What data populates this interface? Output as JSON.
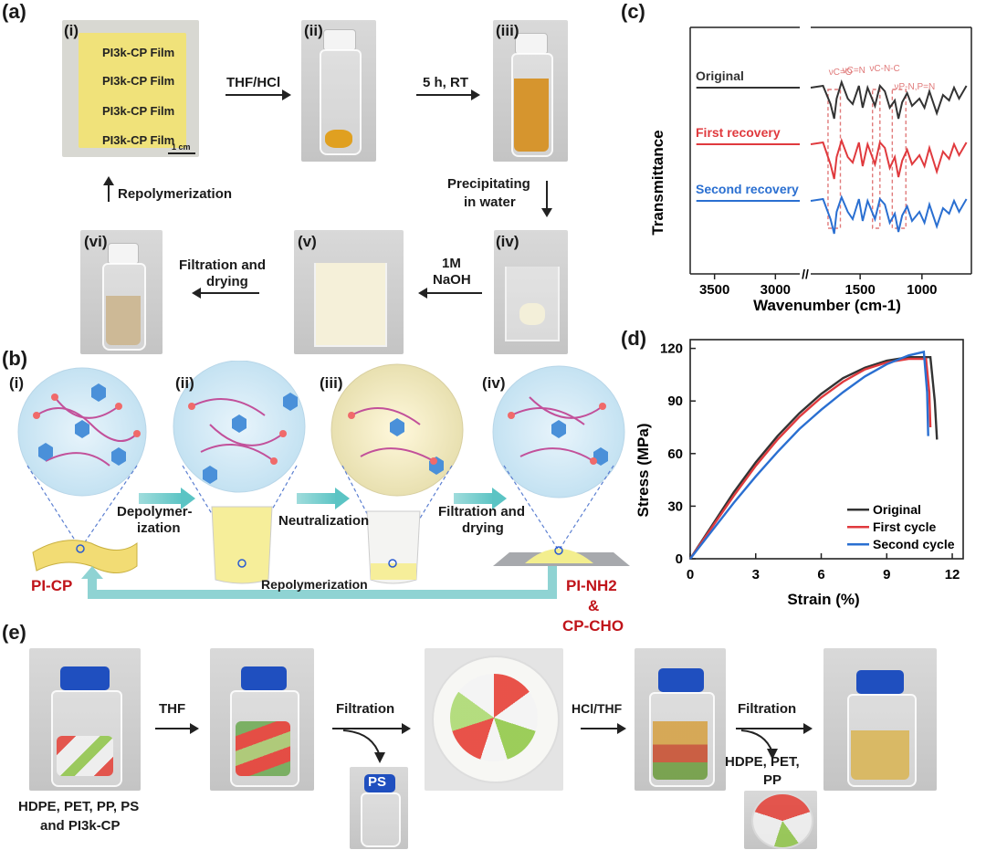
{
  "panels": {
    "a": "(a)",
    "b": "(b)",
    "c": "(c)",
    "d": "(d)",
    "e": "(e)"
  },
  "panel_a": {
    "steps": [
      "(i)",
      "(ii)",
      "(iii)",
      "(iv)",
      "(v)",
      "(vi)"
    ],
    "film_lines": [
      "PI3k-CP Film",
      "PI3k-CP Film",
      "PI3k-CP Film",
      "PI3k-CP Film"
    ],
    "scale_bar": "1 cm",
    "arrow_thf_hcl": "THF/HCl",
    "arrow_time": "5 h, RT",
    "arrow_precip_1": "Precipitating",
    "arrow_precip_2": "in water",
    "arrow_naoh_1": "1M",
    "arrow_naoh_2": "NaOH",
    "arrow_filtration_1": "Filtration and",
    "arrow_filtration_2": "drying",
    "arrow_repoly": "Repolymerization"
  },
  "panel_b": {
    "steps": [
      "(i)",
      "(ii)",
      "(iii)",
      "(iv)"
    ],
    "depoly_1": "Depolymer-",
    "depoly_2": "ization",
    "neutral": "Neutralization",
    "filt_1": "Filtration and",
    "filt_2": "drying",
    "repoly": "Repolymerization",
    "pi_cp": "PI-CP",
    "pi_nh2": "PI-NH2",
    "amp": "&",
    "cp_cho": "CP-CHO"
  },
  "panel_e": {
    "start_label_1": "HDPE, PET, PP, PS",
    "start_label_2": "and PI3k-CP",
    "thf": "THF",
    "filtration_1": "Filtration",
    "ps": "PS",
    "hcl_thf": "HCl/THF",
    "filtration_2": "Filtration",
    "residue_1": "HDPE, PET,",
    "residue_2": "PP"
  },
  "colors": {
    "original": "#333333",
    "first": "#e03a3e",
    "second": "#2a6fd1",
    "band": "#e07a7a",
    "teal": "#5bc4c4",
    "red_label": "#c0141a"
  },
  "chart_data": [
    {
      "type": "line",
      "id": "c",
      "title": "",
      "xlabel": "Wavenumber (cm-1)",
      "ylabel": "Transmittance",
      "xticks": [
        3500,
        3000,
        1500,
        1000
      ],
      "axis_break": [
        2800,
        1900
      ],
      "xlim": [
        3700,
        600
      ],
      "x_inverted": true,
      "series": [
        {
          "name": "Original",
          "color": "#333333",
          "offset": 2,
          "x": [
            3650,
            3400,
            3100,
            2900,
            2800,
            1900,
            1800,
            1740,
            1710,
            1690,
            1650,
            1600,
            1560,
            1510,
            1480,
            1440,
            1380,
            1340,
            1300,
            1260,
            1220,
            1190,
            1160,
            1120,
            1080,
            1020,
            980,
            940,
            880,
            830,
            780,
            740,
            700,
            640
          ],
          "y": [
            0,
            0,
            0,
            0,
            0,
            0,
            0.05,
            -0.45,
            -0.85,
            -0.3,
            0.15,
            -0.3,
            -0.45,
            0.05,
            -0.55,
            0.0,
            -0.5,
            0.05,
            -0.1,
            -0.55,
            -0.35,
            -0.85,
            -0.4,
            -0.15,
            -0.5,
            -0.3,
            -0.55,
            -0.1,
            -0.7,
            -0.2,
            -0.35,
            0.0,
            -0.3,
            0.05
          ]
        },
        {
          "name": "First recovery",
          "color": "#e03a3e",
          "offset": 1,
          "x": [
            3650,
            3400,
            3100,
            2900,
            2800,
            1900,
            1800,
            1740,
            1710,
            1690,
            1650,
            1600,
            1560,
            1510,
            1480,
            1440,
            1380,
            1340,
            1300,
            1260,
            1220,
            1190,
            1160,
            1120,
            1080,
            1020,
            980,
            940,
            880,
            830,
            780,
            740,
            700,
            640
          ],
          "y": [
            0,
            0,
            0,
            0,
            0,
            0,
            0.05,
            -0.55,
            -0.95,
            -0.35,
            0.1,
            -0.35,
            -0.5,
            0.05,
            -0.6,
            0.0,
            -0.55,
            0.05,
            -0.1,
            -0.65,
            -0.35,
            -0.9,
            -0.45,
            -0.15,
            -0.55,
            -0.3,
            -0.6,
            -0.1,
            -0.75,
            -0.2,
            -0.4,
            0.0,
            -0.3,
            0.05
          ]
        },
        {
          "name": "Second recovery",
          "color": "#2a6fd1",
          "offset": 0,
          "x": [
            3650,
            3400,
            3100,
            2900,
            2800,
            1900,
            1800,
            1740,
            1710,
            1690,
            1650,
            1600,
            1560,
            1510,
            1480,
            1440,
            1380,
            1340,
            1300,
            1260,
            1220,
            1190,
            1160,
            1120,
            1080,
            1020,
            980,
            940,
            880,
            830,
            780,
            740,
            700,
            640
          ],
          "y": [
            0,
            0,
            0,
            0,
            0,
            0,
            0.05,
            -0.5,
            -0.9,
            -0.3,
            0.1,
            -0.3,
            -0.5,
            0.05,
            -0.55,
            0.0,
            -0.5,
            0.05,
            -0.1,
            -0.6,
            -0.35,
            -0.85,
            -0.4,
            -0.15,
            -0.55,
            -0.3,
            -0.6,
            -0.1,
            -0.7,
            -0.2,
            -0.35,
            0.0,
            -0.3,
            0.05
          ]
        }
      ],
      "annotations": [
        {
          "text": "νC=O",
          "x": 1710
        },
        {
          "text": "νC=N",
          "x": 1600
        },
        {
          "text": "νC-N-C",
          "x": 1380
        },
        {
          "text": "νP-N,P=N",
          "x": 1180
        }
      ],
      "bands": [
        [
          1760,
          1660
        ],
        [
          1400,
          1340
        ],
        [
          1240,
          1130
        ]
      ]
    },
    {
      "type": "line",
      "id": "d",
      "title": "",
      "xlabel": "Strain (%)",
      "ylabel": "Stress (MPa)",
      "xlim": [
        0,
        12.5
      ],
      "ylim": [
        0,
        125
      ],
      "xticks": [
        0,
        3,
        6,
        9,
        12
      ],
      "yticks": [
        0,
        30,
        60,
        90,
        120
      ],
      "legend": "bottom-right",
      "series": [
        {
          "name": "Original",
          "color": "#333333",
          "x": [
            0,
            1,
            2,
            3,
            4,
            5,
            6,
            7,
            8,
            9,
            10,
            11.0,
            11.2,
            11.3
          ],
          "y": [
            0,
            19,
            38,
            55,
            70,
            83,
            94,
            103,
            109,
            113,
            115,
            115,
            90,
            68
          ]
        },
        {
          "name": "First cycle",
          "color": "#e03a3e",
          "x": [
            0,
            1,
            2,
            3,
            4,
            5,
            6,
            7,
            8,
            9,
            10,
            10.8,
            10.95,
            11.0
          ],
          "y": [
            0,
            18,
            36,
            53,
            68,
            81,
            92,
            101,
            108,
            112,
            114,
            114,
            95,
            75
          ]
        },
        {
          "name": "Second cycle",
          "color": "#2a6fd1",
          "x": [
            0,
            1,
            2,
            3,
            4,
            5,
            6,
            7,
            8,
            9,
            10,
            10.7,
            10.85,
            10.9
          ],
          "y": [
            0,
            16,
            32,
            47,
            61,
            74,
            85,
            95,
            104,
            111,
            116,
            118,
            95,
            70
          ]
        }
      ]
    }
  ]
}
